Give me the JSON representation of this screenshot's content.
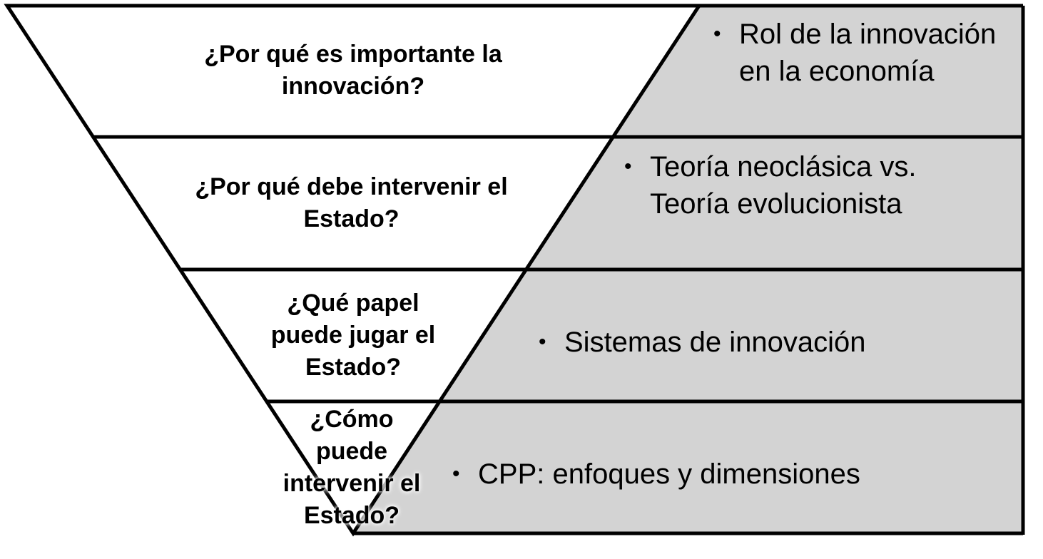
{
  "diagram": {
    "colors": {
      "panel_fill": "#d3d3d3",
      "triangle_fill": "#ffffff",
      "stroke": "#000000"
    },
    "levels": [
      {
        "question": "¿Por qué es importante la innovación?",
        "answer": "Rol de la innovación en la economía"
      },
      {
        "question": "¿Por qué debe intervenir el Estado?",
        "answer": "Teoría neoclásica vs. Teoría evolucionista"
      },
      {
        "question": "¿Qué papel puede jugar el Estado?",
        "answer": "Sistemas de innovación"
      },
      {
        "question": "¿Cómo puede intervenir el Estado?",
        "answer": "CPP: enfoques y dimensiones"
      }
    ],
    "bullet_glyph": "•"
  }
}
